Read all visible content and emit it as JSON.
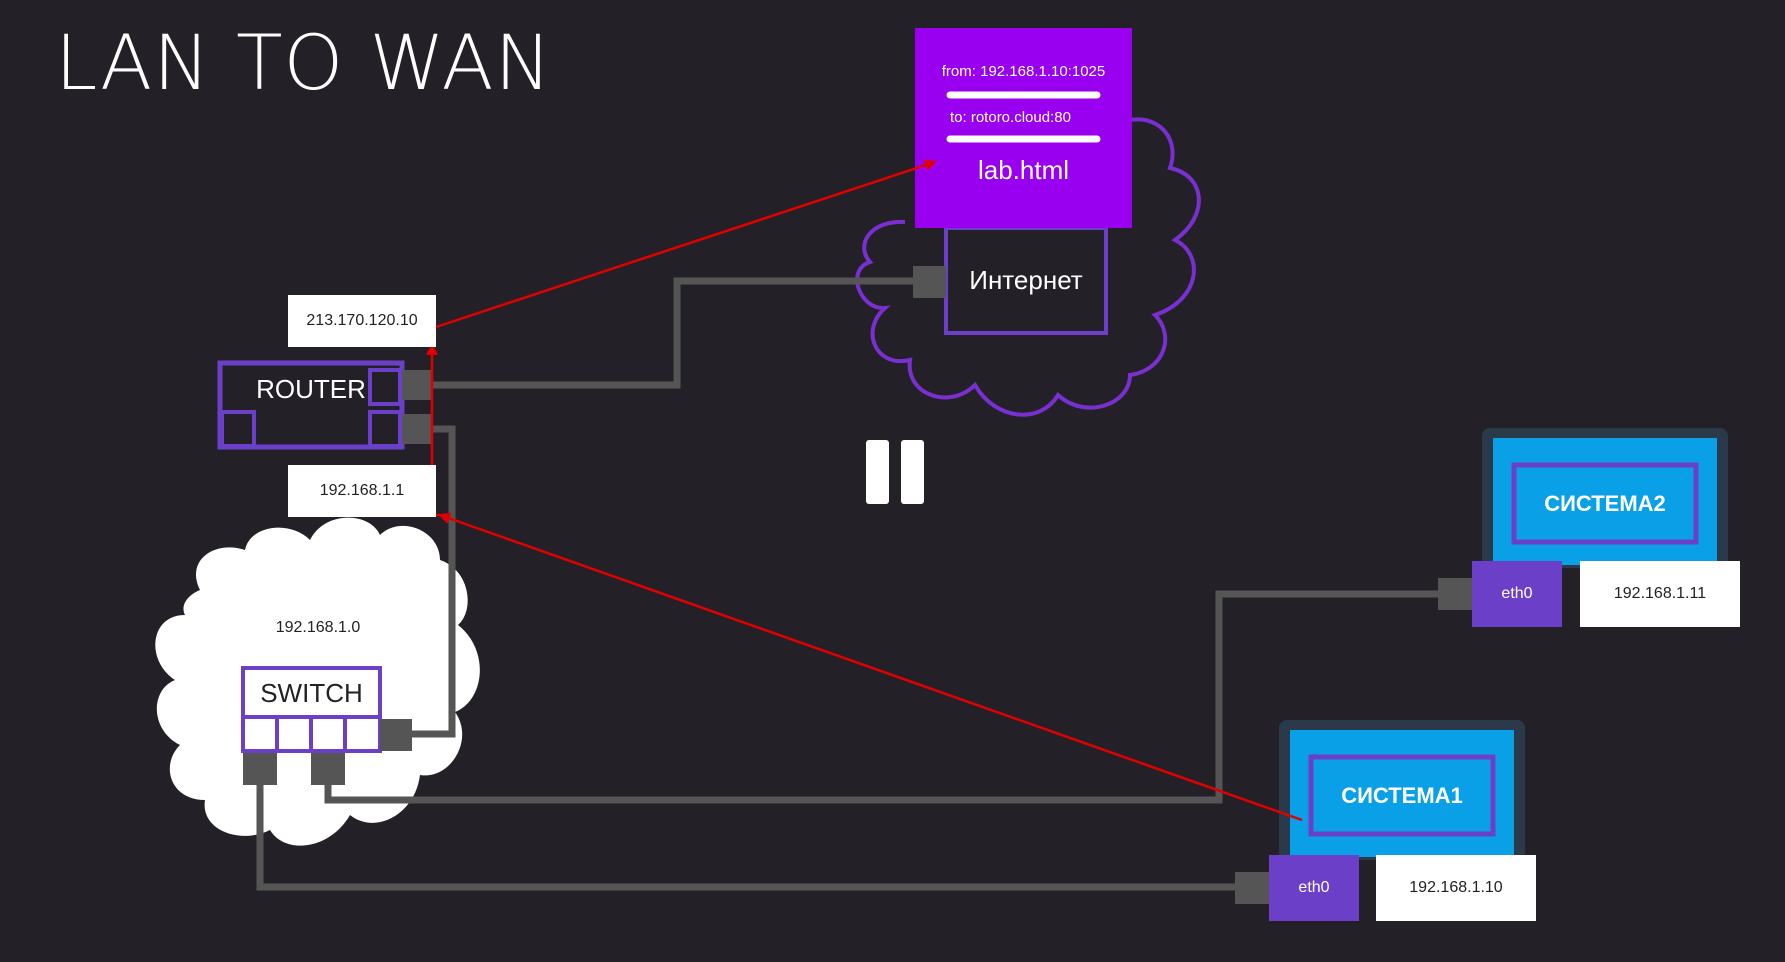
{
  "title": "LAN TO WAN",
  "router": {
    "label": "ROUTER",
    "wan_ip": "213.170.120.10",
    "lan_ip": "192.168.1.1"
  },
  "switch": {
    "label": "SWITCH",
    "network": "192.168.1.0"
  },
  "internet": {
    "label": "Интернет"
  },
  "packet": {
    "from": "from: 192.168.1.10:1025",
    "to": "to: rotoro.cloud:80",
    "payload": "lab.html"
  },
  "system1": {
    "name": "СИСТЕМА1",
    "iface": "eth0",
    "ip": "192.168.1.10"
  },
  "system2": {
    "name": "СИСТЕМА2",
    "iface": "eth0",
    "ip": "192.168.1.11"
  },
  "player": {
    "icon": "pause-icon"
  },
  "colors": {
    "background": "#232127",
    "purple": "#6b3fc8",
    "magenta": "#9a00f0",
    "laptop_blue": "#0aa0e8",
    "cable": "#555555",
    "arrow": "#e00000"
  }
}
